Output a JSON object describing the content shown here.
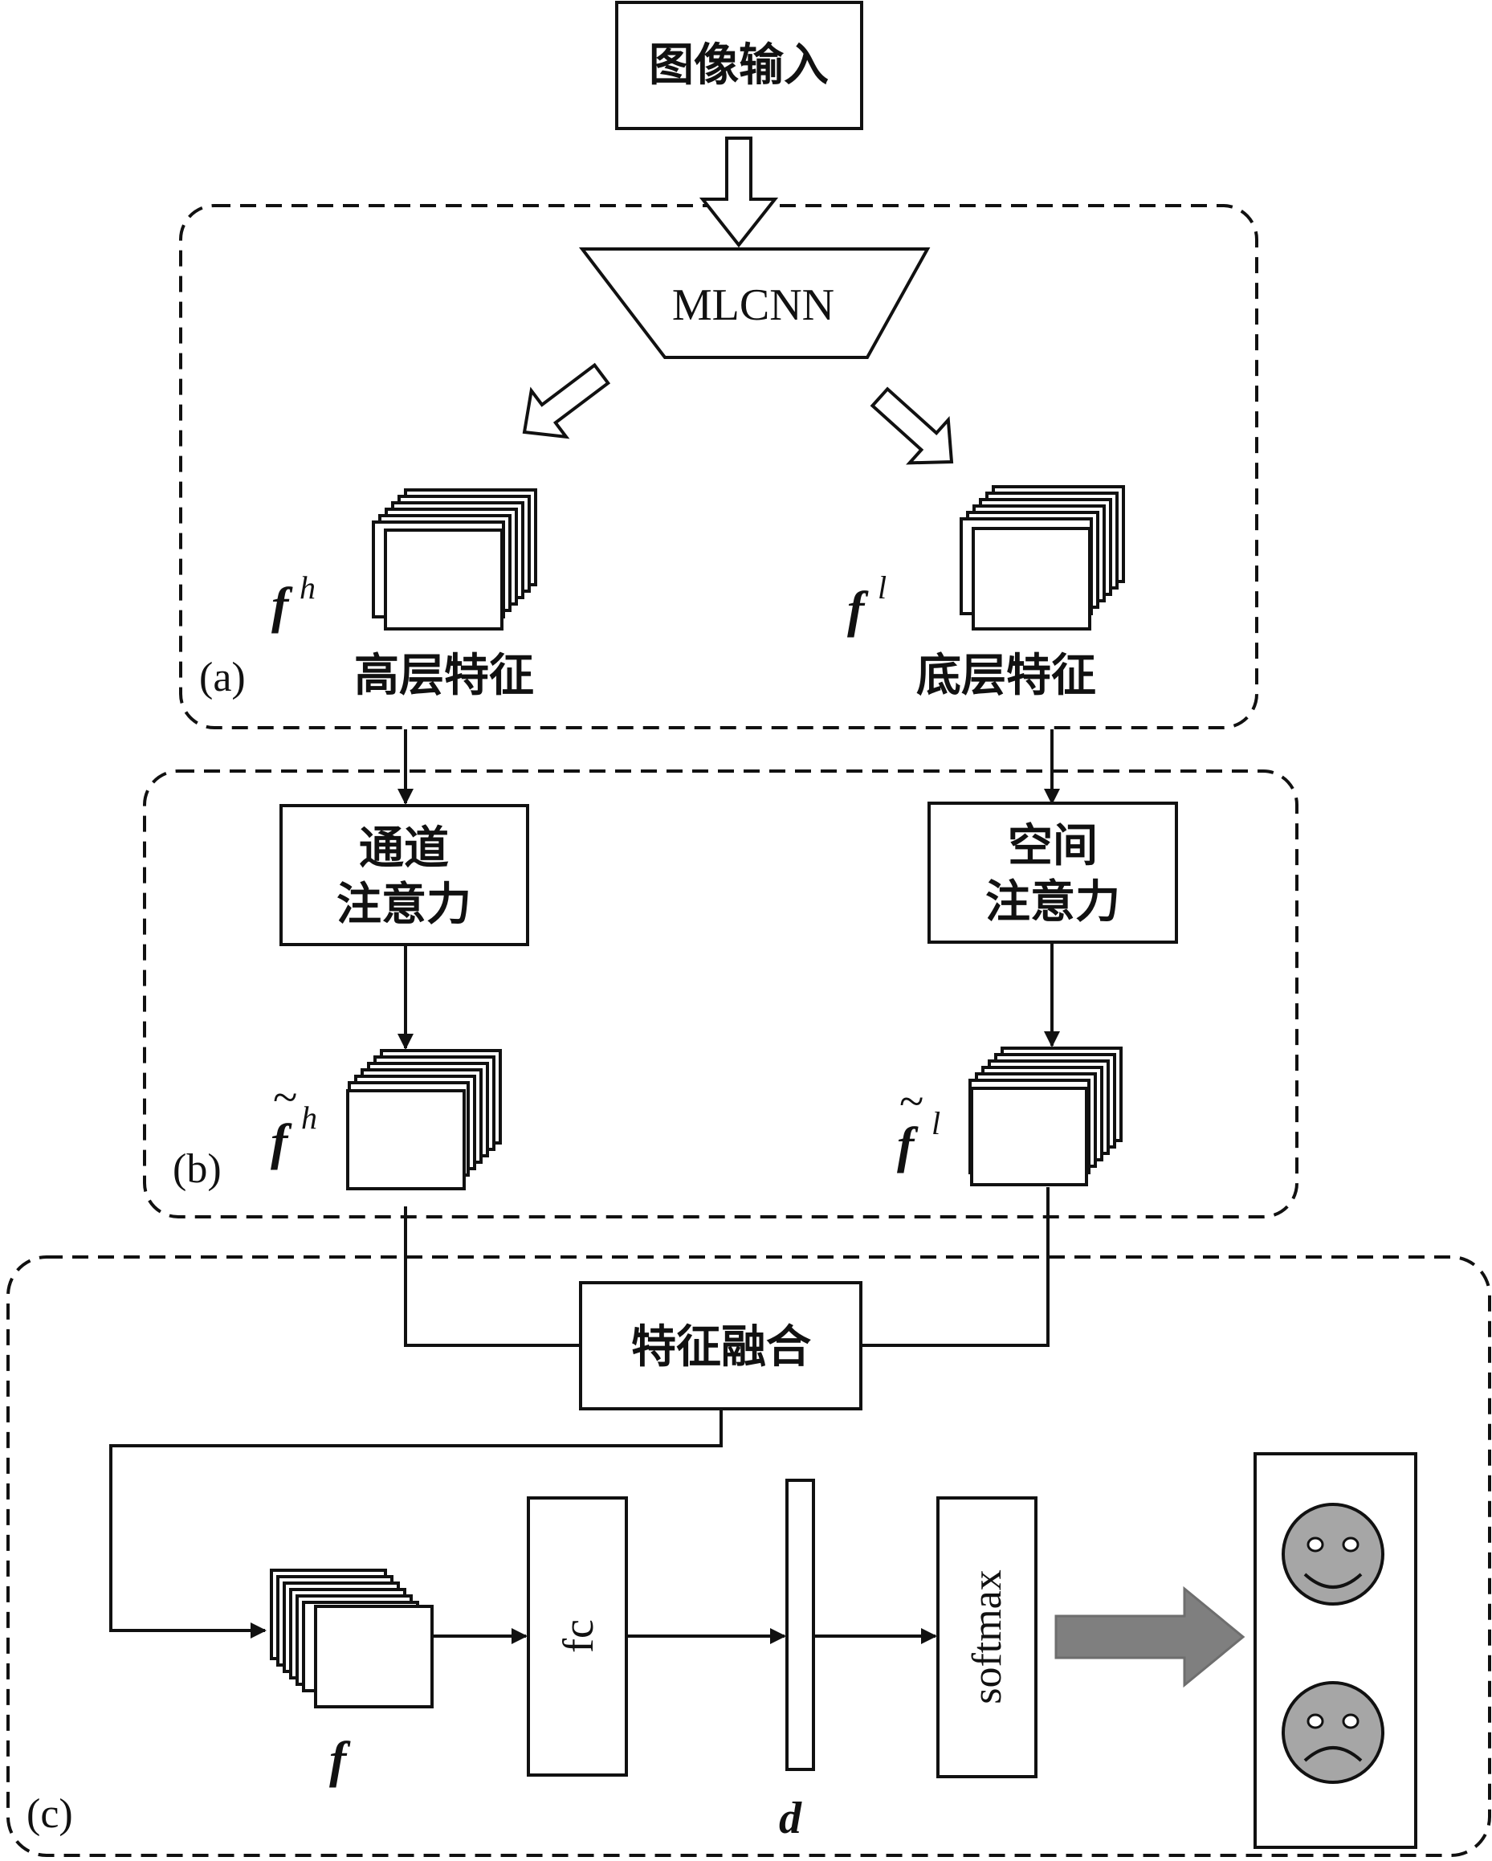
{
  "input_label": "图像输入",
  "backbone_label": "MLCNN",
  "section_labels": {
    "a": "(a)",
    "b": "(b)",
    "c": "(c)"
  },
  "features": {
    "high": {
      "symbol": "f",
      "superscript": "h",
      "label": "高层特征"
    },
    "low": {
      "symbol": "f",
      "superscript": "l",
      "label": "底层特征"
    }
  },
  "attention": {
    "channel": {
      "line1": "通道",
      "line2": "注意力"
    },
    "spatial": {
      "line1": "空间",
      "line2": "注意力"
    }
  },
  "attended": {
    "high": {
      "symbol": "f",
      "tilde": "~",
      "superscript": "h"
    },
    "low": {
      "symbol": "f",
      "tilde": "~",
      "superscript": "l"
    }
  },
  "fusion_label": "特征融合",
  "fused_symbol": "f",
  "fc_label": "fc",
  "vector_symbol": "d",
  "softmax_label": "softmax",
  "outputs": [
    {
      "icon": "smiling-face-icon"
    },
    {
      "icon": "sad-face-icon"
    }
  ],
  "colors": {
    "stroke": "#111111",
    "face_fill": "#a6a6a6",
    "big_arrow_fill": "#7f7f7f"
  }
}
